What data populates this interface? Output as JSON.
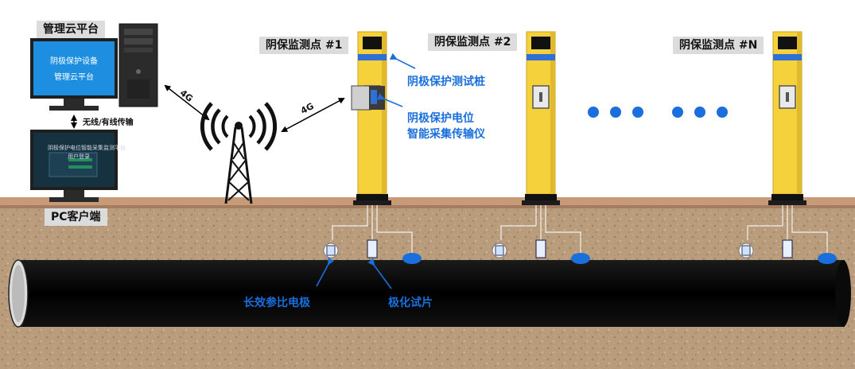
{
  "cloud": {
    "title": "管理云平台",
    "screen_line1": "阴极保护设备",
    "screen_line2": "管理云平台"
  },
  "pc": {
    "title": "PC客户端",
    "screen_header": "阴极保护电位智能采集监测平台",
    "login_title": "用户登录"
  },
  "link": {
    "wired_wireless": "无线/有线传输",
    "signal_a": "4G",
    "signal_b": "4G"
  },
  "stations": [
    {
      "label": "阴保监测点 #1"
    },
    {
      "label": "阴保监测点 #2"
    },
    {
      "label": "阴保监测点 #N"
    }
  ],
  "callouts": {
    "test_pile": "阴极保护测试桩",
    "collector_line1": "阴极保护电位",
    "collector_line2": "智能采集传输仪",
    "reference_electrode": "长效参比电极",
    "coupon": "极化试片"
  },
  "colors": {
    "accent_blue": "#1a6fdc",
    "pile_yellow": "#f5d23c",
    "pile_band": "#2f6fd6",
    "soil": "#b89a7a",
    "pipe": "#050505",
    "ellipsis_dot": "#1a6fdc"
  }
}
